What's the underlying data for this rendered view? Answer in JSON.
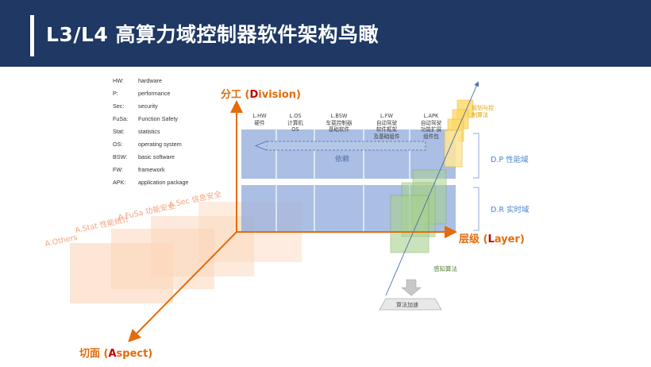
{
  "header": {
    "title": "L3/L4 高算力域控制器软件架构鸟瞰"
  },
  "legend": [
    {
      "key": "HW:",
      "value": "hardware"
    },
    {
      "key": "P:",
      "value": "performance"
    },
    {
      "key": "Sec:",
      "value": "security"
    },
    {
      "key": "FuSa:",
      "value": "Function Safety"
    },
    {
      "key": "Stat:",
      "value": "statistics"
    },
    {
      "key": "OS:",
      "value": "operating system"
    },
    {
      "key": "BSW:",
      "value": "basic software"
    },
    {
      "key": "FW:",
      "value": "framework"
    },
    {
      "key": "APK:",
      "value": "application package"
    }
  ],
  "axes": {
    "division": {
      "prefix": "分工 (",
      "letter": "D",
      "rest": "ivision)"
    },
    "layer": {
      "prefix": "层级 (",
      "letter": "L",
      "rest": "ayer)"
    },
    "aspect": {
      "prefix": "切面 (",
      "letter": "A",
      "rest": "spect)"
    }
  },
  "columns": [
    {
      "l1": "L.HW",
      "l2": "硬件",
      "l3": ""
    },
    {
      "l1": "L.OS",
      "l2": "计算机",
      "l3": "OS"
    },
    {
      "l1": "L.BSW",
      "l2": "车载控制器",
      "l3": "基础软件"
    },
    {
      "l1": "L.FW",
      "l2": "自动驾驶",
      "l3": "软件框架"
    },
    {
      "l1": "L.APK",
      "l2": "自动驾驶",
      "l3": "功能扩展"
    }
  ],
  "extras": {
    "fw_sub": "及基础组件",
    "apk_sub": "组件包",
    "dependency": "依赖",
    "planning": [
      "规划与控",
      "制算法"
    ],
    "perception": "感知算法",
    "acceleration": "算法加速"
  },
  "domains": {
    "dp": "D.P 性能域",
    "dr": "D.R 实时域"
  },
  "aspects": [
    "A.Sec 信息安全",
    "A.FuSa 功能安全",
    "A.Stat 性能统计",
    "A.Others"
  ],
  "colors": {
    "header": "#1f3864",
    "axis": "#e46c0a",
    "domain_block": "#8faadc",
    "aspect_panel": "#fbd5b9",
    "perception": "#a9d18e",
    "planning": "#ffd966"
  }
}
